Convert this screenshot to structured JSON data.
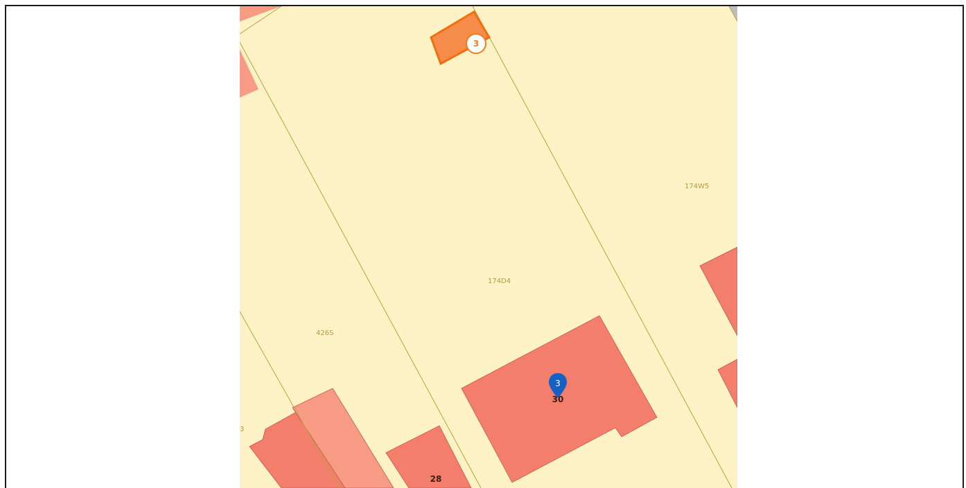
{
  "map": {
    "colors": {
      "land": "#fdf2c6",
      "parcel_line": "#b9a23b",
      "building_main": "#f47e6c",
      "building_annex": "#f89b85",
      "highlight_fill": "#f58c4a",
      "highlight_stroke": "#ef6f10",
      "marker_blue": "#1560c4",
      "road_grey": "#bdbdbd"
    },
    "parcel_labels": {
      "p1": "174W5",
      "p2": "174D4",
      "p3": "426S",
      "p4": "3"
    },
    "house_numbers": {
      "h1": "30",
      "h2": "28"
    },
    "markers": {
      "highlight_marker": "3",
      "pin_marker": "3"
    },
    "icons": {
      "pin": "map-pin-icon",
      "highlight": "numbered-circle-icon"
    }
  }
}
